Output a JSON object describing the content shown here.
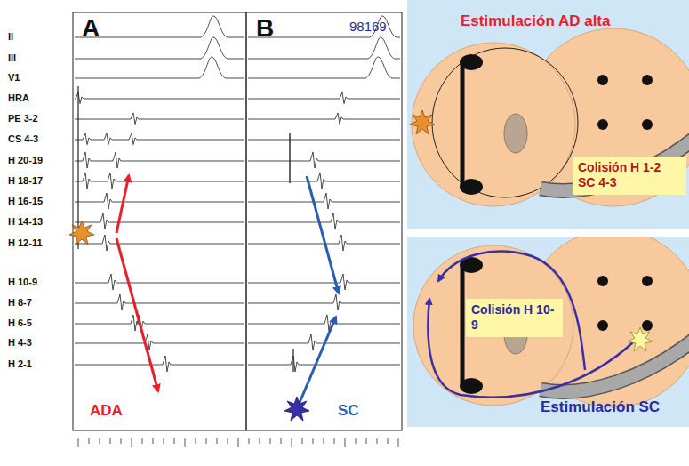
{
  "diagram": {
    "nodes": [
      {
        "text": [
          "Estimulación AD alta"
        ]
      },
      {
        "text": [
          "Colisión H 1-2 SC 4-3"
        ],
        "in": 0
      },
      {
        "text": [
          "Estimulación SC"
        ]
      },
      {
        "text": [
          "Colisión H 10-9"
        ],
        "in": 2
      }
    ],
    "labels": [
      "II",
      "III",
      "V1",
      "HRA",
      "PE 3-2",
      "CS 4-3",
      "H 20-19",
      "H 18-17",
      "H 16-15",
      "H 14-13",
      "H 12-11",
      "H 10-9",
      "H 8-7",
      "H 6-5",
      "H 4-3",
      "H 2-1",
      "A",
      "B",
      "98169",
      "ADA",
      "SC"
    ]
  }
}
